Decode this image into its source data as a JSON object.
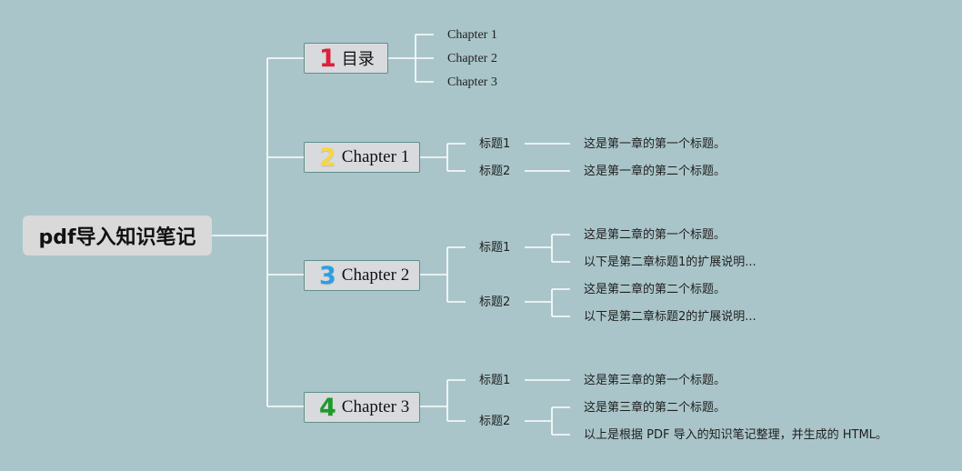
{
  "root": {
    "label": "pdf导入知识笔记"
  },
  "branches": [
    {
      "number": "1",
      "number_color": "#e0203a",
      "label": "目录",
      "items": [
        "Chapter 1",
        "Chapter 2",
        "Chapter 3"
      ]
    },
    {
      "number": "2",
      "number_color": "#f5d64a",
      "label": "Chapter 1",
      "topics": [
        {
          "label": "标题1",
          "notes": [
            "这是第一章的第一个标题。"
          ]
        },
        {
          "label": "标题2",
          "notes": [
            "这是第一章的第二个标题。"
          ]
        }
      ]
    },
    {
      "number": "3",
      "number_color": "#2d9fe0",
      "label": "Chapter 2",
      "topics": [
        {
          "label": "标题1",
          "notes": [
            "这是第二章的第一个标题。",
            "以下是第二章标题1的扩展说明..."
          ]
        },
        {
          "label": "标题2",
          "notes": [
            "这是第二章的第二个标题。",
            "以下是第二章标题2的扩展说明..."
          ]
        }
      ]
    },
    {
      "number": "4",
      "number_color": "#1e9a2a",
      "label": "Chapter 3",
      "topics": [
        {
          "label": "标题1",
          "notes": [
            "这是第三章的第一个标题。"
          ]
        },
        {
          "label": "标题2",
          "notes": [
            "这是第三章的第二个标题。",
            "以上是根据 PDF 导入的知识笔记整理，并生成的 HTML。"
          ]
        }
      ]
    }
  ]
}
